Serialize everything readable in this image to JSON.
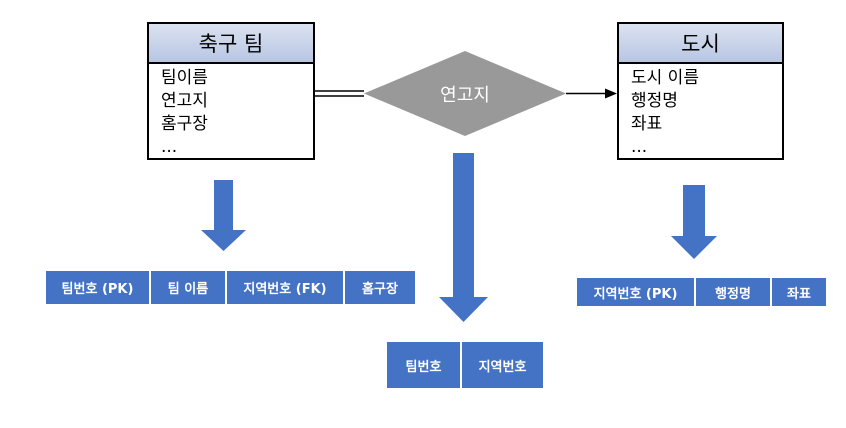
{
  "entities": {
    "team": {
      "title": "축구 팀",
      "attributes": [
        "팀이름",
        "연고지",
        "홈구장",
        "..."
      ]
    },
    "city": {
      "title": "도시",
      "attributes": [
        "도시 이름",
        "행정명",
        "좌표",
        "..."
      ]
    }
  },
  "relationship": {
    "label": "연고지"
  },
  "tables": {
    "team_table": {
      "columns": [
        "팀번호 (PK)",
        "팀 이름",
        "지역번호 (FK)",
        "홈구장"
      ]
    },
    "relation_table": {
      "columns": [
        "팀번호",
        "지역번호"
      ]
    },
    "city_table": {
      "columns": [
        "지역번호 (PK)",
        "행정명",
        "좌표"
      ]
    }
  },
  "colors": {
    "relationship_fill": "#999999",
    "arrow_fill": "#4472c4",
    "table_fill": "#4472c4",
    "header_fill": "#c5d0e6"
  }
}
